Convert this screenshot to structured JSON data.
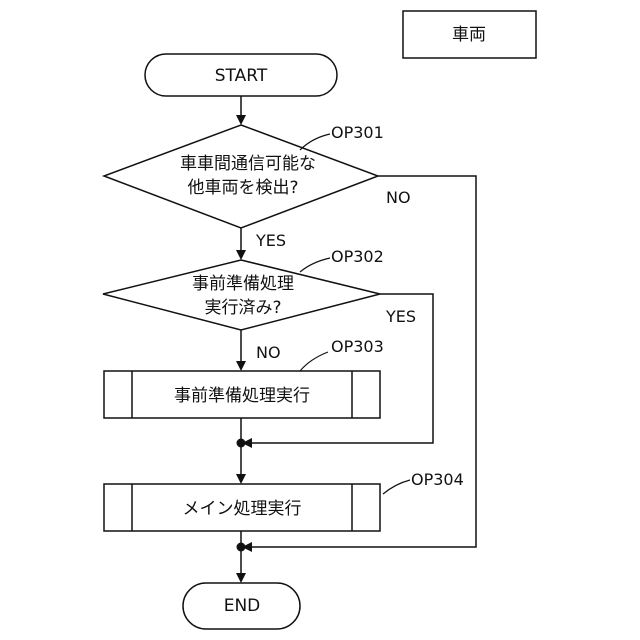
{
  "header": {
    "entity": "車両"
  },
  "nodes": {
    "start": "START",
    "op301": {
      "ref": "OP301",
      "line1": "車車間通信可能な",
      "line2": "他車両を検出?"
    },
    "op302": {
      "ref": "OP302",
      "line1": "事前準備処理",
      "line2": "実行済み?"
    },
    "op303": {
      "ref": "OP303",
      "label": "事前準備処理実行"
    },
    "op304": {
      "ref": "OP304",
      "label": "メイン処理実行"
    },
    "end": "END"
  },
  "branches": {
    "op301_yes": "YES",
    "op301_no": "NO",
    "op302_yes": "YES",
    "op302_no": "NO"
  }
}
